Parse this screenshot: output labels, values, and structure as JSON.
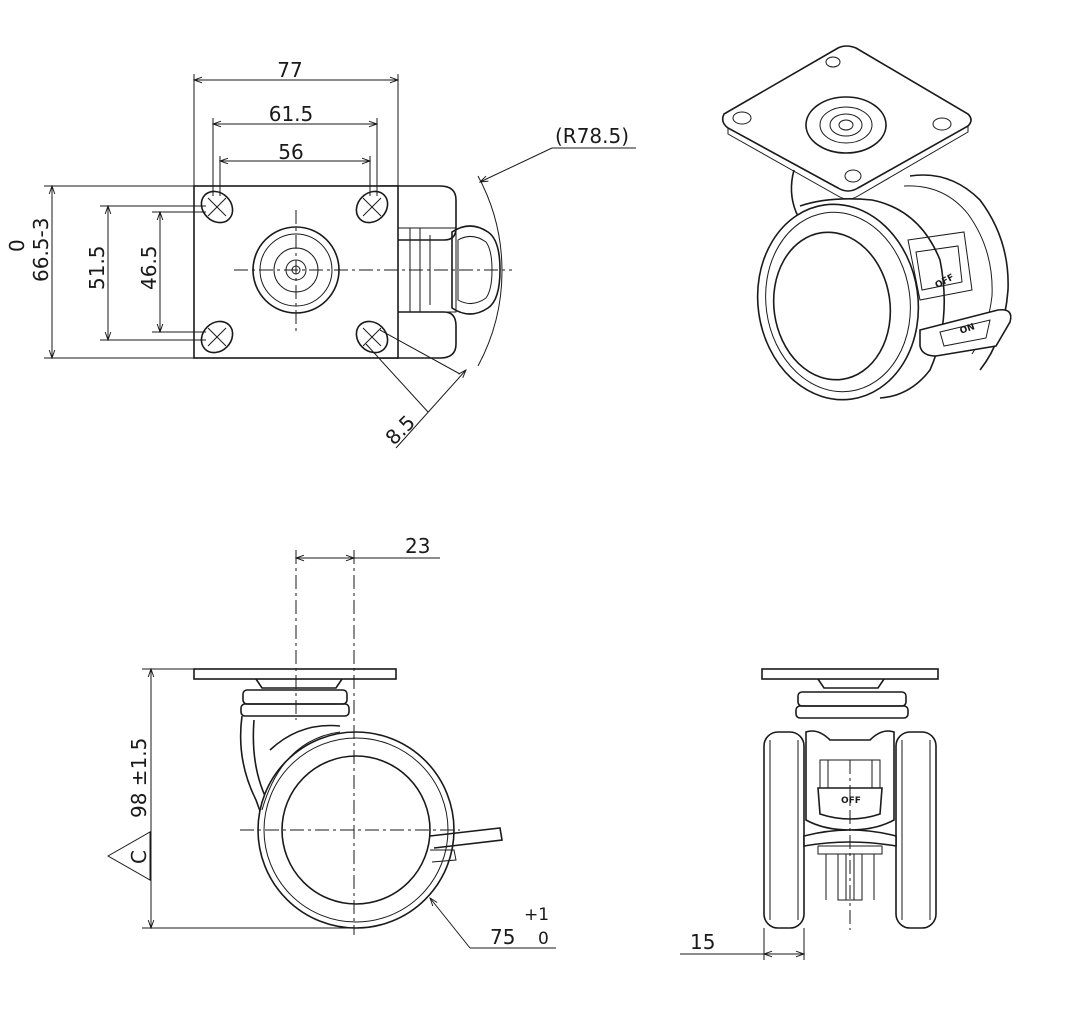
{
  "dimensions": {
    "overall_width": "77",
    "hole_spacing_outer": "61.5",
    "hole_spacing_inner": "56",
    "swivel_radius": "(R78.5)",
    "plate_height_tol_upper": "0",
    "plate_height": "66.5-3",
    "hole_spacing_v_outer": "51.5",
    "hole_spacing_v_inner": "46.5",
    "slot_size": "8.5",
    "offset": "23",
    "total_height": "98 ±1.5",
    "class_marker": "C",
    "wheel_diameter": "75",
    "wheel_tol_upper": "+1",
    "wheel_tol_lower": "0",
    "wheel_width": "15"
  },
  "brake_labels": {
    "on": "ON",
    "off": "OFF"
  }
}
